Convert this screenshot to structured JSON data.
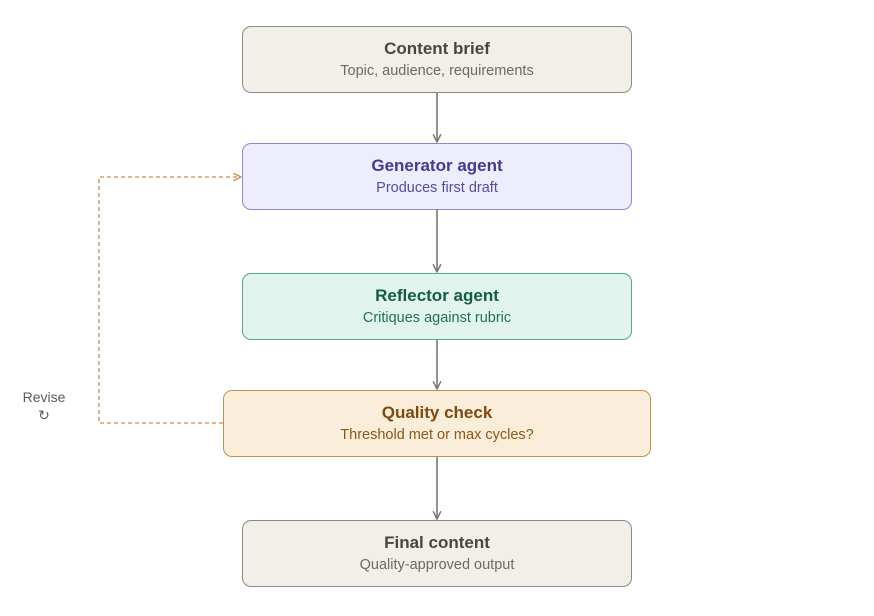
{
  "nodes": {
    "brief": {
      "title": "Content brief",
      "subtitle": "Topic, audience, requirements"
    },
    "generator": {
      "title": "Generator agent",
      "subtitle": "Produces first draft"
    },
    "reflector": {
      "title": "Reflector agent",
      "subtitle": "Critiques against rubric"
    },
    "quality": {
      "title": "Quality check",
      "subtitle": "Threshold met or max cycles?"
    },
    "final": {
      "title": "Final content",
      "subtitle": "Quality-approved output"
    }
  },
  "loop": {
    "label": "Revise",
    "icon": "↻",
    "icon_name": "refresh-icon",
    "color": "#c8904a"
  },
  "colors": {
    "arrow": "#777672",
    "neutral_fill": "#f2efe8",
    "generator_fill": "#eeedfe",
    "reflector_fill": "#e1f5ee",
    "quality_fill": "#faeeda"
  }
}
